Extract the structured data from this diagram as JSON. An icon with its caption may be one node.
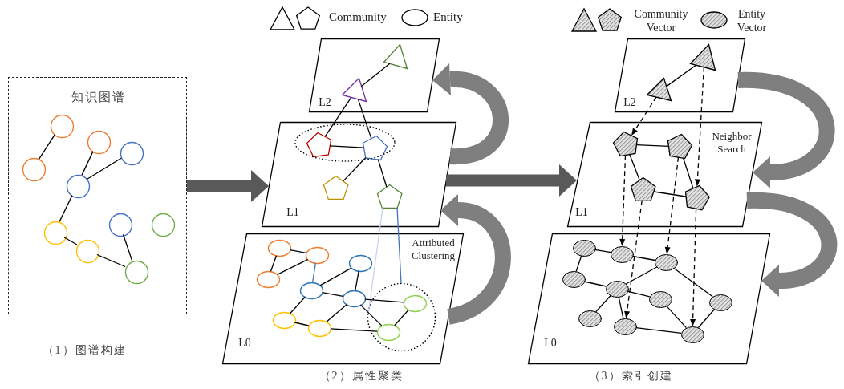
{
  "diagram": {
    "nodes": [
      {
        "text": [
          "知识图谱"
        ]
      },
      {
        "text": [],
        "shape": "circle",
        "in": 0
      },
      {
        "text": [],
        "shape": "circle",
        "in": 0
      },
      {
        "text": [],
        "shape": "circle",
        "in": 0
      },
      {
        "text": [],
        "shape": "circle",
        "in": 0
      },
      {
        "text": [],
        "shape": "circle",
        "in": 0
      },
      {
        "text": [],
        "shape": "circle",
        "in": 0
      },
      {
        "text": [],
        "shape": "circle",
        "in": 0
      },
      {
        "text": [],
        "shape": "circle",
        "in": 0
      },
      {
        "text": [],
        "shape": "circle",
        "in": 0
      },
      {
        "text": [],
        "shape": "circle",
        "in": 0
      },
      {
        "text": [
          "L2"
        ]
      },
      {
        "text": [],
        "shape": "triangle",
        "in": 11
      },
      {
        "text": [],
        "shape": "triangle",
        "in": 11
      },
      {
        "text": [
          "L1"
        ]
      },
      {
        "text": [],
        "shape": "pentagon",
        "in": 14
      },
      {
        "text": [],
        "shape": "pentagon",
        "in": 14
      },
      {
        "text": [],
        "shape": "pentagon",
        "in": 14
      },
      {
        "text": [],
        "shape": "pentagon",
        "in": 14
      },
      {
        "text": [
          "L0"
        ]
      },
      {
        "text": [],
        "shape": "circle",
        "in": 19
      },
      {
        "text": [],
        "shape": "circle",
        "in": 19
      },
      {
        "text": [],
        "shape": "circle",
        "in": 19
      },
      {
        "text": [],
        "shape": "circle",
        "in": 19
      },
      {
        "text": [],
        "shape": "circle",
        "in": 19
      },
      {
        "text": [],
        "shape": "circle",
        "in": 19
      },
      {
        "text": [],
        "shape": "circle",
        "in": 19
      },
      {
        "text": [],
        "shape": "circle",
        "in": 19
      },
      {
        "text": [],
        "shape": "circle",
        "in": 19
      },
      {
        "text": [],
        "shape": "circle",
        "in": 28
      },
      {
        "text": [],
        "shape": "circle",
        "in": 28
      },
      {
        "text": [
          "L2"
        ]
      },
      {
        "text": [],
        "shape": "triangle",
        "in": 31
      },
      {
        "text": [],
        "shape": "triangle",
        "in": 31
      },
      {
        "text": [
          "L1"
        ]
      },
      {
        "text": [],
        "shape": "pentagon",
        "in": 34
      },
      {
        "text": [],
        "shape": "pentagon",
        "in": 34
      },
      {
        "text": [],
        "shape": "pentagon",
        "in": 34
      },
      {
        "text": [],
        "shape": "pentagon",
        "in": 34
      },
      {
        "text": [
          "L0"
        ]
      },
      {
        "text": [],
        "shape": "circle",
        "in": 39
      },
      {
        "text": [],
        "shape": "circle",
        "in": 39
      },
      {
        "text": [],
        "shape": "circle",
        "in": 39
      },
      {
        "text": [],
        "shape": "circle",
        "in": 39
      },
      {
        "text": [],
        "shape": "circle",
        "in": 39
      },
      {
        "text": [],
        "shape": "circle",
        "in": 39
      },
      {
        "text": [],
        "shape": "circle",
        "in": 39
      },
      {
        "text": [],
        "shape": "circle",
        "in": 39
      },
      {
        "text": [],
        "shape": "circle",
        "in": 39
      },
      {
        "text": [],
        "shape": "circle",
        "in": 39
      }
    ],
    "edges": [
      {
        "from": 1,
        "to": 2,
        "arrow": "none"
      },
      {
        "from": 3,
        "to": 5,
        "arrow": "none"
      },
      {
        "from": 4,
        "to": 5,
        "arrow": "none"
      },
      {
        "from": 5,
        "to": 6,
        "arrow": "none"
      },
      {
        "from": 6,
        "to": 7,
        "arrow": "none"
      },
      {
        "from": 7,
        "to": 10,
        "arrow": "none"
      },
      {
        "from": 8,
        "to": 10,
        "arrow": "none"
      },
      {
        "from": 0,
        "to": 14,
        "arrow": "to",
        "style": "thick",
        "color": "#595959"
      },
      {
        "from": 12,
        "to": 13,
        "arrow": "none"
      },
      {
        "from": 13,
        "to": 15,
        "arrow": "none"
      },
      {
        "from": 13,
        "to": 16,
        "arrow": "none"
      },
      {
        "from": 15,
        "to": 16,
        "arrow": "none"
      },
      {
        "from": 16,
        "to": 17,
        "arrow": "none"
      },
      {
        "from": 16,
        "to": 18,
        "arrow": "none"
      },
      {
        "from": 18,
        "to": 28,
        "arrow": "none",
        "color": "#4472c4"
      },
      {
        "from": 18,
        "to": 28,
        "arrow": "none",
        "color": "#c5d3ec"
      },
      {
        "from": 20,
        "to": 21,
        "arrow": "none"
      },
      {
        "from": 20,
        "to": 22,
        "arrow": "none"
      },
      {
        "from": 22,
        "to": 21,
        "arrow": "none"
      },
      {
        "from": 21,
        "to": 24,
        "arrow": "none",
        "color": "#4472c4"
      },
      {
        "from": 24,
        "to": 23,
        "arrow": "none"
      },
      {
        "from": 23,
        "to": 25,
        "arrow": "none"
      },
      {
        "from": 24,
        "to": 25,
        "arrow": "none"
      },
      {
        "from": 24,
        "to": 26,
        "arrow": "none"
      },
      {
        "from": 25,
        "to": 27,
        "arrow": "none"
      },
      {
        "from": 25,
        "to": 29,
        "arrow": "none"
      },
      {
        "from": 25,
        "to": 30,
        "arrow": "none"
      },
      {
        "from": 26,
        "to": 27,
        "arrow": "none"
      },
      {
        "from": 27,
        "to": 30,
        "arrow": "none"
      },
      {
        "from": 30,
        "to": 29,
        "arrow": "none"
      },
      {
        "from": 19,
        "to": 14,
        "arrow": "to",
        "style": "thick",
        "color": "#7f7f7f"
      },
      {
        "from": 14,
        "to": 11,
        "arrow": "to",
        "style": "thick",
        "color": "#7f7f7f"
      },
      {
        "from": 14,
        "to": 34,
        "arrow": "to",
        "style": "thick",
        "color": "#595959"
      },
      {
        "from": 32,
        "to": 33,
        "arrow": "none"
      },
      {
        "from": 33,
        "to": 35,
        "arrow": "to",
        "style": "dashed"
      },
      {
        "from": 32,
        "to": 38,
        "arrow": "to",
        "style": "dashed"
      },
      {
        "from": 35,
        "to": 36,
        "arrow": "none"
      },
      {
        "from": 35,
        "to": 37,
        "arrow": "none"
      },
      {
        "from": 36,
        "to": 38,
        "arrow": "none"
      },
      {
        "from": 37,
        "to": 38,
        "arrow": "none"
      },
      {
        "from": 35,
        "to": 41,
        "arrow": "to",
        "style": "dashed"
      },
      {
        "from": 36,
        "to": 42,
        "arrow": "to",
        "style": "dashed"
      },
      {
        "from": 37,
        "to": 48,
        "arrow": "to",
        "style": "dashed"
      },
      {
        "from": 38,
        "to": 49,
        "arrow": "to",
        "style": "dashed"
      },
      {
        "from": 40,
        "to": 41,
        "arrow": "none"
      },
      {
        "from": 41,
        "to": 42,
        "arrow": "none"
      },
      {
        "from": 40,
        "to": 43,
        "arrow": "none"
      },
      {
        "from": 43,
        "to": 44,
        "arrow": "none"
      },
      {
        "from": 44,
        "to": 42,
        "arrow": "none"
      },
      {
        "from": 44,
        "to": 45,
        "arrow": "none"
      },
      {
        "from": 44,
        "to": 47,
        "arrow": "none"
      },
      {
        "from": 44,
        "to": 48,
        "arrow": "none"
      },
      {
        "from": 45,
        "to": 49,
        "arrow": "none"
      },
      {
        "from": 42,
        "to": 46,
        "arrow": "none"
      },
      {
        "from": 46,
        "to": 49,
        "arrow": "none"
      },
      {
        "from": 48,
        "to": 49,
        "arrow": "none"
      },
      {
        "from": 31,
        "to": 34,
        "arrow": "to",
        "style": "thick",
        "color": "#7f7f7f"
      },
      {
        "from": 34,
        "to": 39,
        "arrow": "to",
        "style": "thick",
        "color": "#7f7f7f"
      }
    ],
    "labels": [
      "（1）图谱构建",
      "Attributed Clustering",
      "（2）属性聚类",
      "Neighbor Search",
      "（3）索引创建"
    ],
    "legend": [
      {
        "text": "Community"
      },
      {
        "text": "Entity"
      },
      {
        "text": "Community Vector"
      },
      {
        "text": "Entity Vector"
      }
    ]
  }
}
